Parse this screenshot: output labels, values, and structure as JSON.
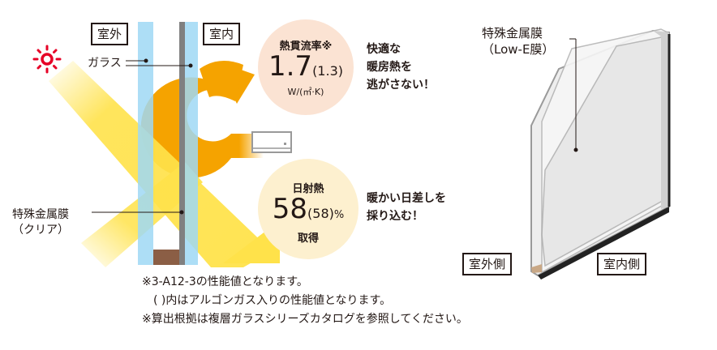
{
  "left_diagram": {
    "outdoor_label": "室外",
    "indoor_label": "室内",
    "glass_label": "ガラス",
    "coating_label_line1": "特殊金属膜",
    "coating_label_line2": "（クリア）",
    "sun_icon": "sun-icon",
    "colors": {
      "glass": "#9fd8f5",
      "coating": "#808080",
      "spacer": "#8b5e45",
      "sun": "#e60026",
      "sunlight": "#ffe24a",
      "heat_arrow": "#f5a300"
    }
  },
  "u_value": {
    "title": "熱貫流率※",
    "value": "1.7",
    "argon_value": "(1.3)",
    "unit": "W/(㎡·K)",
    "bg_color": "#fbe3d3",
    "caption_lines": [
      "快適な",
      "暖房熱を",
      "逃がさない！"
    ]
  },
  "solar_gain": {
    "title": "日射熱",
    "value": "58",
    "argon_value": "(58)",
    "unit": "%",
    "subtitle": "取得",
    "bg_color": "#fdf0cf",
    "caption_lines": [
      "暖かい日差しを",
      "採り込む！"
    ]
  },
  "notes": [
    "※3-A12-3の性能値となります。",
    "　( )内はアルゴンガス入りの性能値となります。",
    "※算出根拠は複層ガラスシリーズカタログを参照してください。"
  ],
  "right_diagram": {
    "coating_label_line1": "特殊金属膜",
    "coating_label_line2": "（Low-E膜）",
    "outdoor_side_label": "室外側",
    "indoor_side_label": "室内側"
  }
}
